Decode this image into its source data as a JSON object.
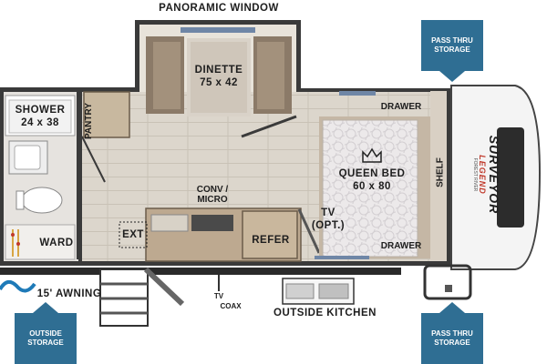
{
  "labels": {
    "panoramic_window": "PANORAMIC WINDOW",
    "dinette_name": "DINETTE",
    "dinette_size": "75 x 42",
    "shower_name": "SHOWER",
    "shower_size": "24 x 38",
    "pantry": "PANTRY",
    "drawer_top": "DRAWER",
    "drawer_bottom": "DRAWER",
    "queen_bed_name": "QUEEN BED",
    "queen_bed_size": "60 x 80",
    "shelf": "SHELF",
    "conv_micro_1": "CONV /",
    "conv_micro_2": "MICRO",
    "tv_1": "TV",
    "tv_2": "(OPT.)",
    "ext": "EXT",
    "refer": "REFER",
    "ward": "WARD",
    "awning": "15' AWNING",
    "tv_coax_1": "TV",
    "tv_coax_2": "COAX",
    "outside_kitchen": "OUTSIDE KITCHEN"
  },
  "storage": {
    "pass_thru_top_1": "PASS THRU",
    "pass_thru_top_2": "STORAGE",
    "outside_storage_1": "OUTSIDE",
    "outside_storage_2": "STORAGE",
    "pass_thru_bottom_1": "PASS THRU",
    "pass_thru_bottom_2": "STORAGE"
  },
  "logo": {
    "brand": "SURVEYOR",
    "sub": "LEGEND",
    "tag": "FOREST RIVER"
  },
  "colors": {
    "storage_blue": "#2f6e93",
    "floor": "#dcd6cc",
    "wall": "#3a3a3a",
    "cabinet": "#bda990"
  }
}
